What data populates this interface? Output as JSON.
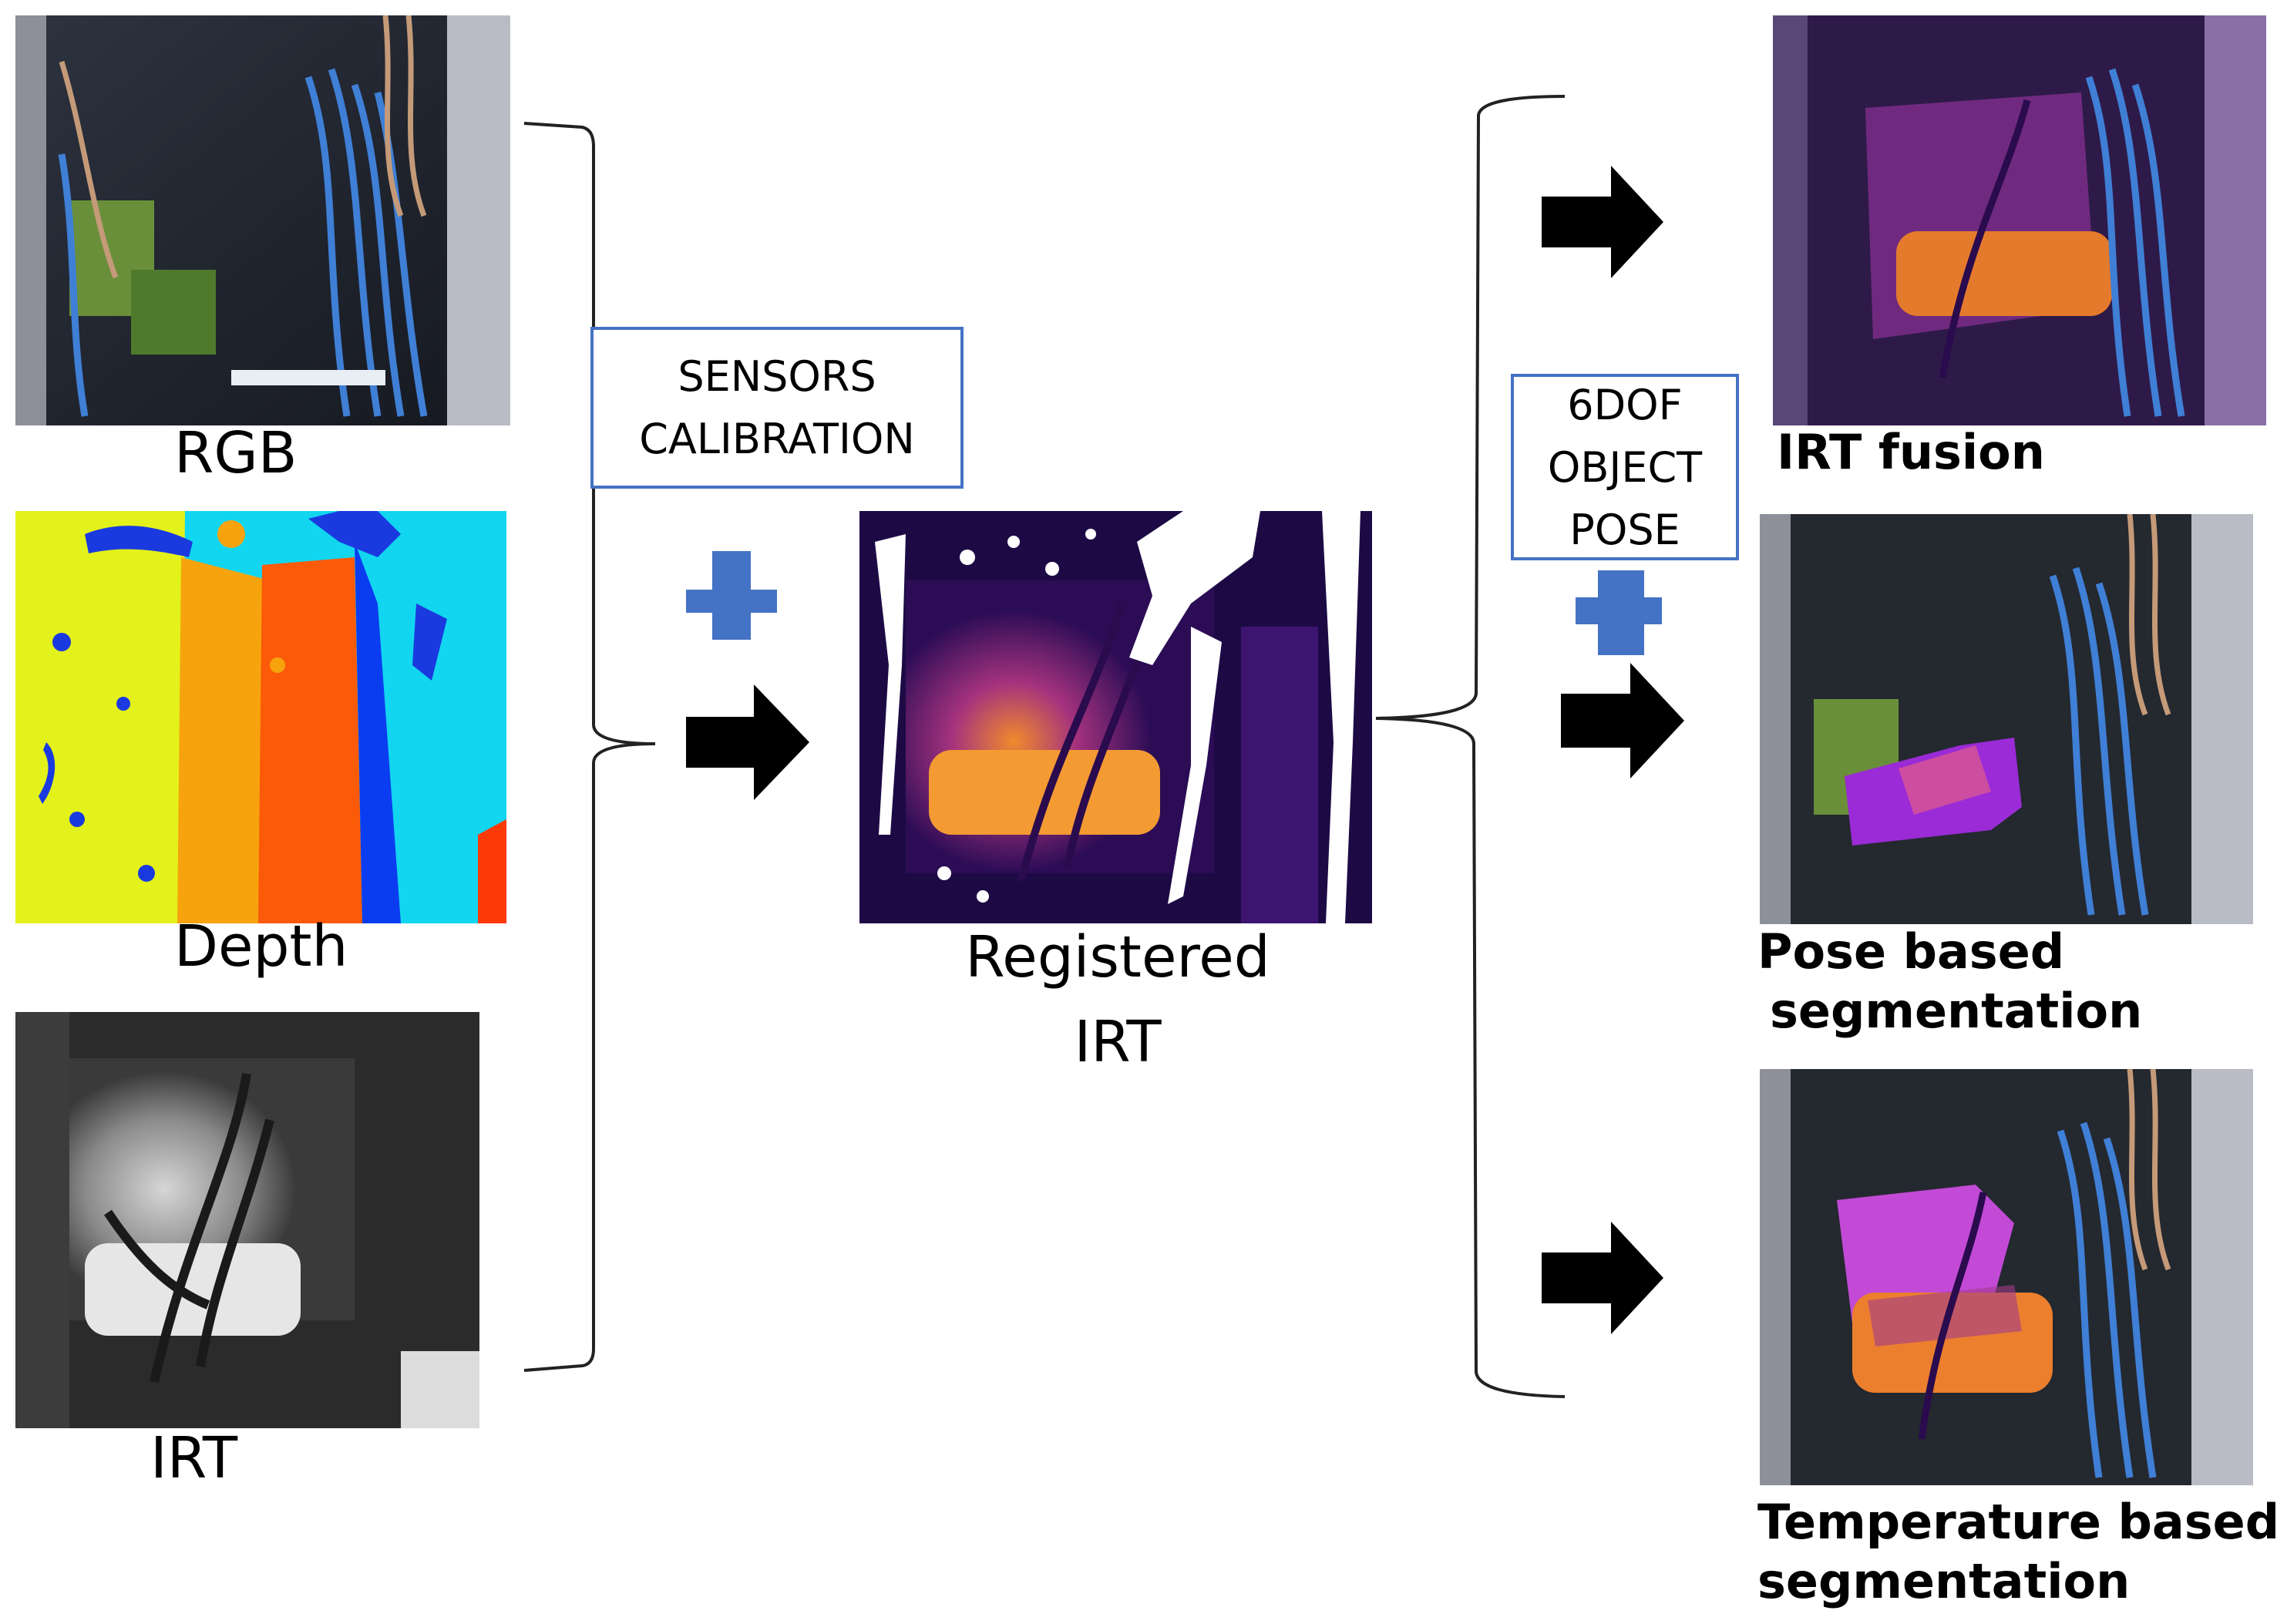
{
  "inputs": {
    "rgb_label": "RGB",
    "depth_label": "Depth",
    "irt_label": "IRT"
  },
  "calibration": {
    "line1": "SENSORS",
    "line2": "CALIBRATION"
  },
  "registered": {
    "line1": "Registered",
    "line2": "IRT"
  },
  "pose": {
    "line1": "6DOF",
    "line2": "OBJECT",
    "line3": "POSE"
  },
  "outputs": {
    "fusion_label": "IRT fusion",
    "pose_seg_line1": "Pose based",
    "pose_seg_line2": "segmentation",
    "temp_seg_line1": "Temperature based",
    "temp_seg_line2": "segmentation"
  },
  "colors": {
    "plus": "#4472c4",
    "box_border": "#4472c4",
    "arrow": "#000000"
  }
}
